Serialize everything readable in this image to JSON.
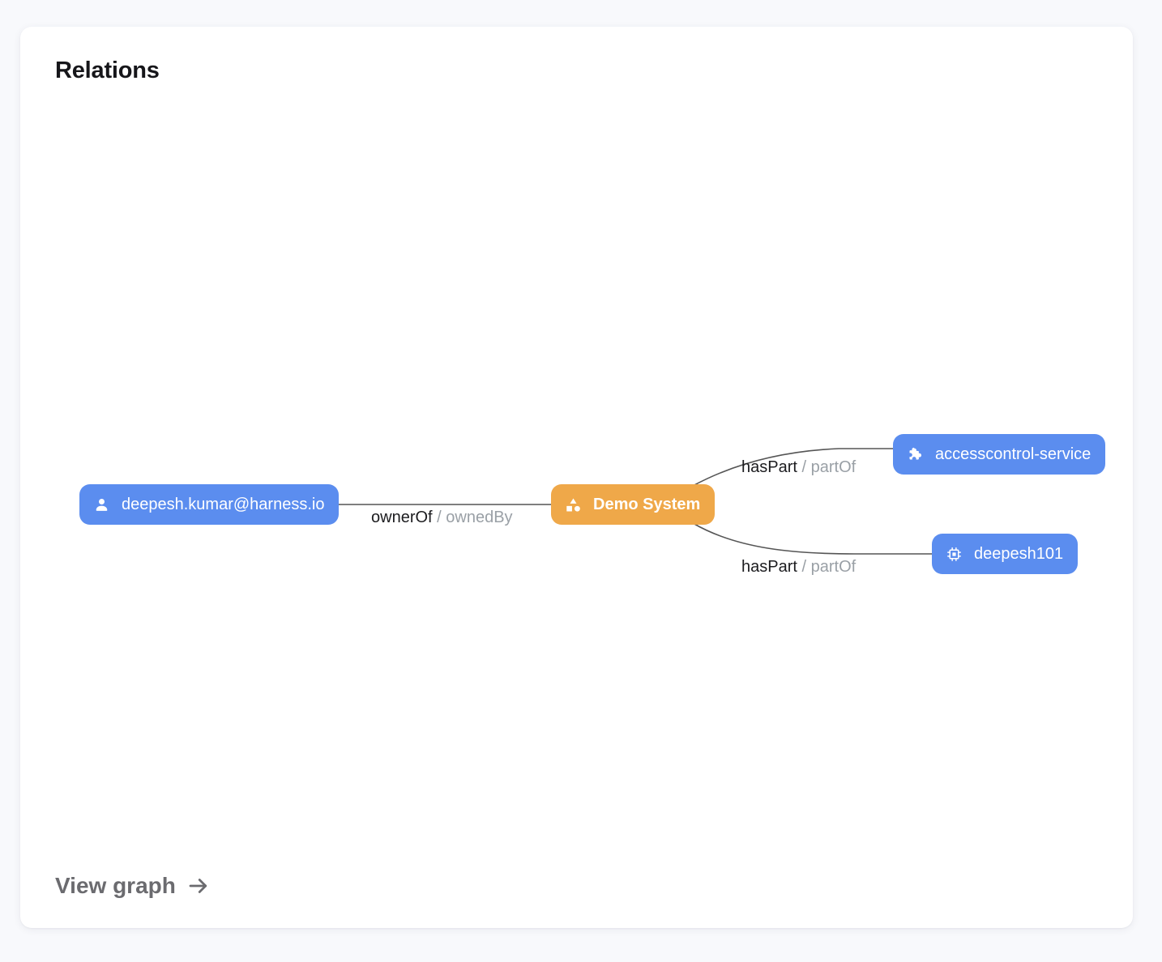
{
  "card": {
    "title": "Relations",
    "footer_link": "View graph",
    "footer_icon": "arrow-right-icon"
  },
  "colors": {
    "page_background": "#f8f9fc",
    "card_background": "#ffffff",
    "node_blue": "#5b8def",
    "node_amber": "#efa849",
    "edge_stroke": "#555555",
    "label_primary": "#1c1c1f",
    "label_secondary": "#9aa0a6",
    "footer_link": "#6b6b6f",
    "title": "#16161a"
  },
  "graph": {
    "nodes": [
      {
        "id": "person",
        "label": "deepesh.kumar@harness.io",
        "kind": "User",
        "icon": "person-icon",
        "color": "#5b8def"
      },
      {
        "id": "system",
        "label": "Demo System",
        "kind": "System",
        "icon": "category-shapes-icon",
        "color": "#efa849"
      },
      {
        "id": "service",
        "label": "accesscontrol-service",
        "kind": "Component",
        "icon": "puzzle-piece-icon",
        "color": "#5b8def"
      },
      {
        "id": "resource",
        "label": "deepesh101",
        "kind": "Resource",
        "icon": "chip-icon",
        "color": "#5b8def"
      }
    ],
    "edges": [
      {
        "id": "owner",
        "from": "person",
        "to": "system",
        "forward": "ownerOf",
        "separator": "/",
        "reverse": "ownedBy"
      },
      {
        "id": "part-1",
        "from": "system",
        "to": "service",
        "forward": "hasPart",
        "separator": "/",
        "reverse": "partOf"
      },
      {
        "id": "part-2",
        "from": "system",
        "to": "resource",
        "forward": "hasPart",
        "separator": "/",
        "reverse": "partOf"
      }
    ]
  }
}
